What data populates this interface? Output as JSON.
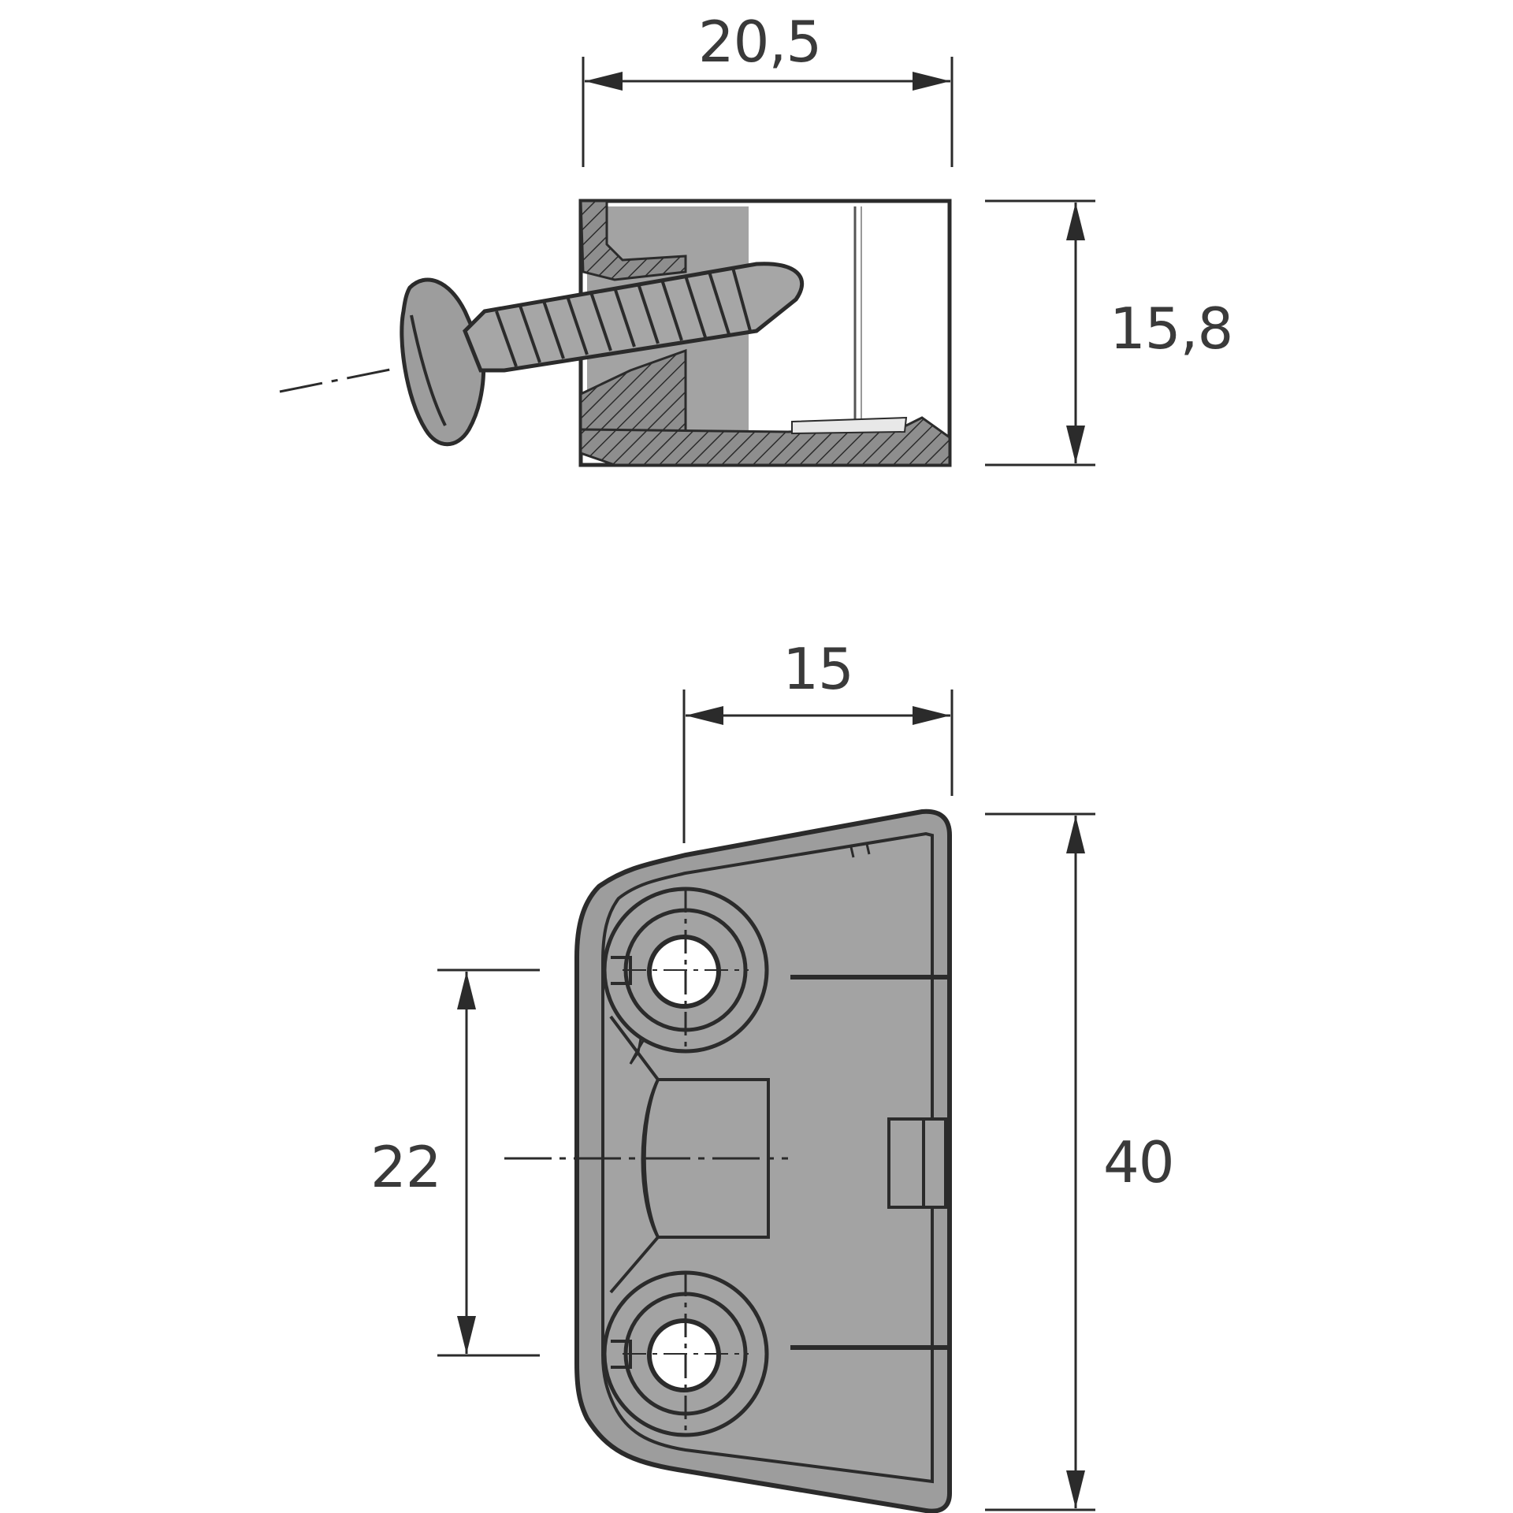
{
  "drawing": {
    "side_view": {
      "width_label": "20,5",
      "height_label": "15,8"
    },
    "front_view": {
      "width_label": "15",
      "hole_spacing_label": "22",
      "height_label": "40"
    }
  },
  "colors": {
    "part_fill": "#9d9d9d",
    "part_fill_light": "#b3b3b3",
    "outline": "#2b2b2b",
    "dimension_line": "#2b2b2b",
    "background": "#ffffff"
  }
}
